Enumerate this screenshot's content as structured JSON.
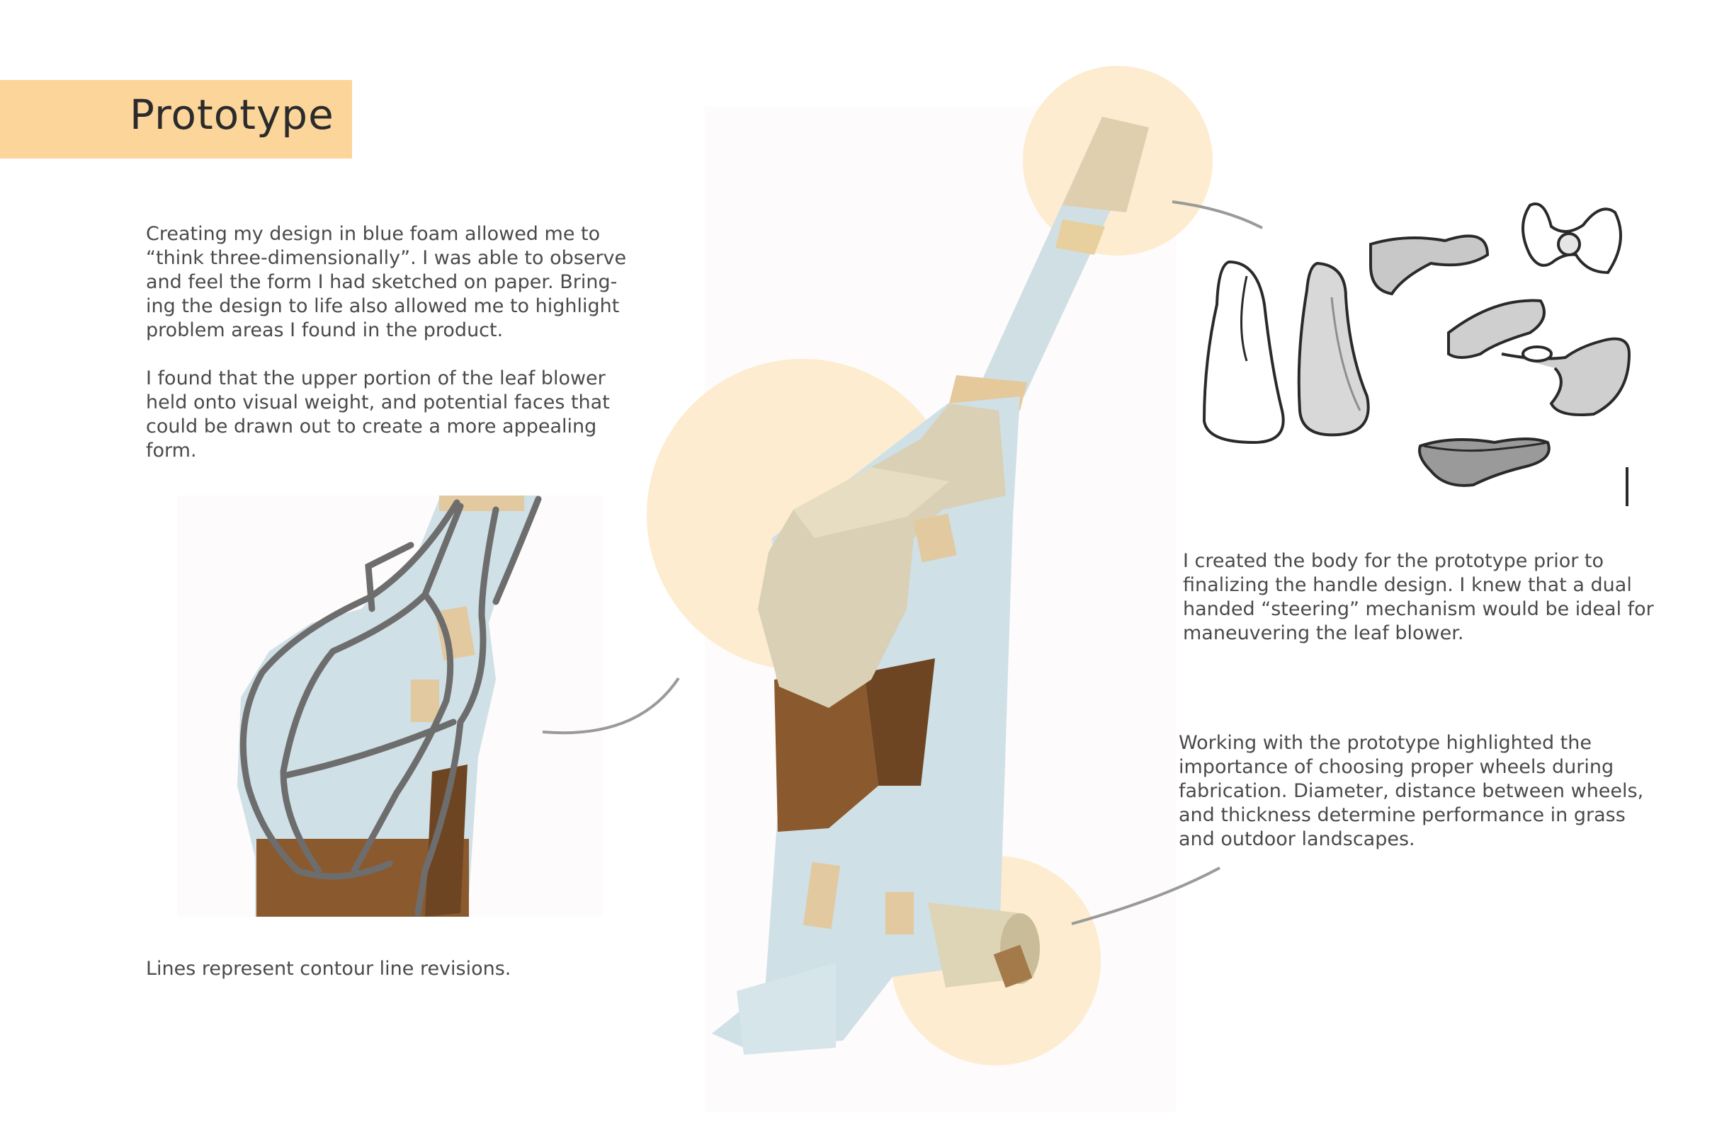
{
  "title": "Prototype",
  "intro": {
    "p1": "Creating my design in blue foam allowed me to “think three-dimensionally”. I was able to observe and feel the form I had sketched on paper. Bring- ing the design to life also allowed me to highlight problem areas I found in the product.",
    "p2": "I found that the upper portion of the leaf blower held onto visual weight, and potential faces that could be drawn out to create a more appealing form."
  },
  "caption": "Lines represent contour line revisions.",
  "handle_note": "I created the body for the prototype prior to finalizing the handle design. I knew that a dual handed “steering” mechanism would be ideal for maneuvering the leaf blower.",
  "wheel_note": "Working with the prototype highlighted the importance of choosing proper wheels during fabrication. Diameter, distance between wheels, and thickness determine performance in grass and outdoor landscapes.",
  "colors": {
    "accent": "#fbd59a",
    "bubble": "#fdeccf",
    "foam_blue": "#cfe0e6",
    "tape": "#e2c9a0",
    "cardboard": "#8a5a2e"
  }
}
